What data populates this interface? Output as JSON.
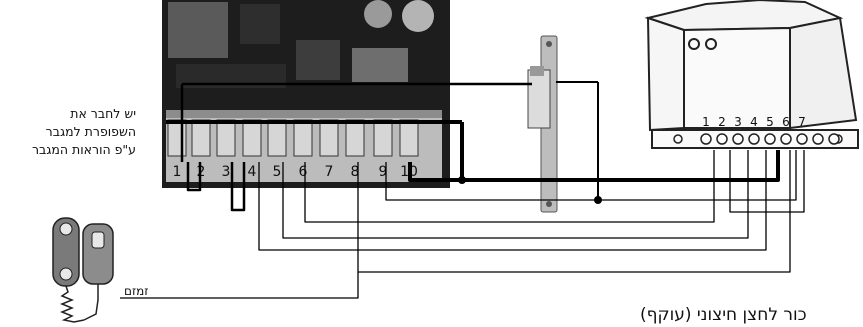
{
  "note_lines": [
    "יש לחבר את",
    "השפופרת למגבר",
    "ע\"פ הוראות המגבר"
  ],
  "buzzer_label": "זמזם",
  "bottom_caption": "כור לחצן חיצוני (עוקף)",
  "controller_terminals": [
    "1",
    "2",
    "3",
    "4",
    "5",
    "6",
    "7",
    "8",
    "9",
    "10"
  ],
  "relay_box_terminals": [
    "1",
    "2",
    "3",
    "4",
    "5",
    "6",
    "7"
  ]
}
